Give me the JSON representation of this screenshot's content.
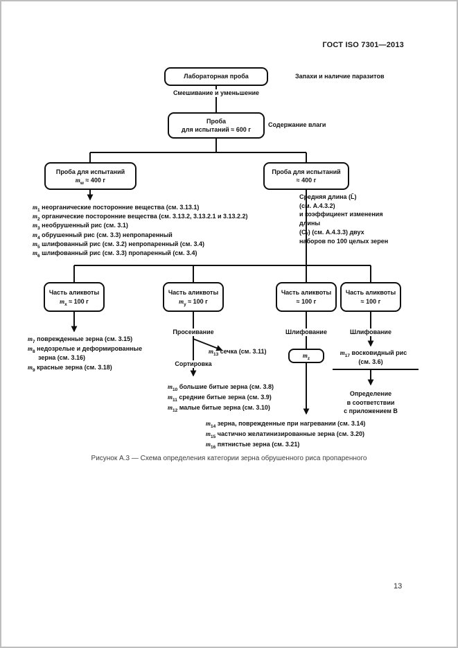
{
  "document": {
    "header": "ГОСТ ISO 7301—2013",
    "caption": "Рисунок А.3 — Схема определения категории зерна обрушенного риса пропаренного",
    "page_number": "13"
  },
  "flowchart": {
    "nodes": {
      "lab_sample": "Лабораторная проба",
      "test_sample": {
        "line1": "Проба",
        "line2": "для испытаний ≈ 600 г"
      },
      "sample_left": {
        "line1": "Проба для испытаний",
        "var": "m",
        "sub": "w",
        "rest": " ≈ 400 г"
      },
      "sample_right": {
        "line1": "Проба для испытаний",
        "line2": "≈ 400 г"
      },
      "aliquot1": {
        "line1": "Часть аликвоты",
        "var": "m",
        "sub": "x",
        "rest": " ≈ 100 г"
      },
      "aliquot2": {
        "line1": "Часть аликвоты",
        "var": "m",
        "sub": "y",
        "rest": " ≈ 100 г"
      },
      "aliquot3": {
        "line1": "Часть аликвоты",
        "line2": "≈ 100 г"
      },
      "aliquot4": {
        "line1": "Часть аликвоты",
        "line2": "≈ 100 г"
      },
      "mz_box": {
        "var": "m",
        "sub": "z"
      }
    },
    "edge_labels": {
      "mixing": "Смешивание и уменьшение",
      "sieving": "Просеивание",
      "sorting": "Сортировка",
      "grinding3": "Шлифование",
      "grinding4": "Шлифование"
    },
    "side_notes": {
      "odours": "Запахи и наличие паразитов",
      "moisture": "Содержание влаги",
      "length_note": [
        "Средняя длина (L̄)",
        "(см. А.4.3.2)",
        "и коэффициент изменения",
        "длины",
        "(Сᵥ) (см. А.4.3.3) двух",
        "наборов по 100 целых зерен"
      ]
    },
    "m13": {
      "var": "m",
      "sub": "13",
      "text": "сечка (см. 3.11)"
    },
    "m17": {
      "var": "m",
      "sub": "17",
      "text": "восковидный рис",
      "ref": "(см. 3.6)"
    },
    "determination": [
      "Определение",
      "в соответствии",
      "с приложением В"
    ],
    "lists": {
      "impurities": [
        {
          "var": "m",
          "sub": "1",
          "text": "неорганические посторонние вещества (см. 3.13.1)"
        },
        {
          "var": "m",
          "sub": "2",
          "text": "органические посторонние вещества (см. 3.13.2, 3.13.2.1 и 3.13.2.2)"
        },
        {
          "var": "m",
          "sub": "3",
          "text": "необрушенный рис (см. 3.1)"
        },
        {
          "var": "m",
          "sub": "4",
          "text": "обрушенный рис (см. 3.3) непропаренный"
        },
        {
          "var": "m",
          "sub": "5",
          "text": "шлифованный рис (см. 3.2) непропаренный (см. 3.4)"
        },
        {
          "var": "m",
          "sub": "6",
          "text": "шлифованный рис (см. 3.3) пропаренный (см. 3.4)"
        }
      ],
      "defects": [
        {
          "var": "m",
          "sub": "7",
          "text": "поврежденные зерна (см. 3.15)"
        },
        {
          "var": "m",
          "sub": "8",
          "text": "недозрелые и деформированные зерна (см. 3.16)"
        },
        {
          "var": "m",
          "sub": "9",
          "text": "красные зерна (см. 3.18)"
        }
      ],
      "broken": [
        {
          "var": "m",
          "sub": "10",
          "text": "большие битые зерна (см. 3.8)"
        },
        {
          "var": "m",
          "sub": "11",
          "text": "средние битые зерна (см. 3.9)"
        },
        {
          "var": "m",
          "sub": "12",
          "text": "малые битые зерна (см. 3.10)"
        }
      ],
      "heat": [
        {
          "var": "m",
          "sub": "14",
          "text": "зерна, поврежденные при нагревании (см. 3.14)"
        },
        {
          "var": "m",
          "sub": "15",
          "text": "частично желатинизированные зерна (см. 3.20)"
        },
        {
          "var": "m",
          "sub": "16",
          "text": "пятнистые зерна (см. 3.21)"
        }
      ]
    }
  }
}
